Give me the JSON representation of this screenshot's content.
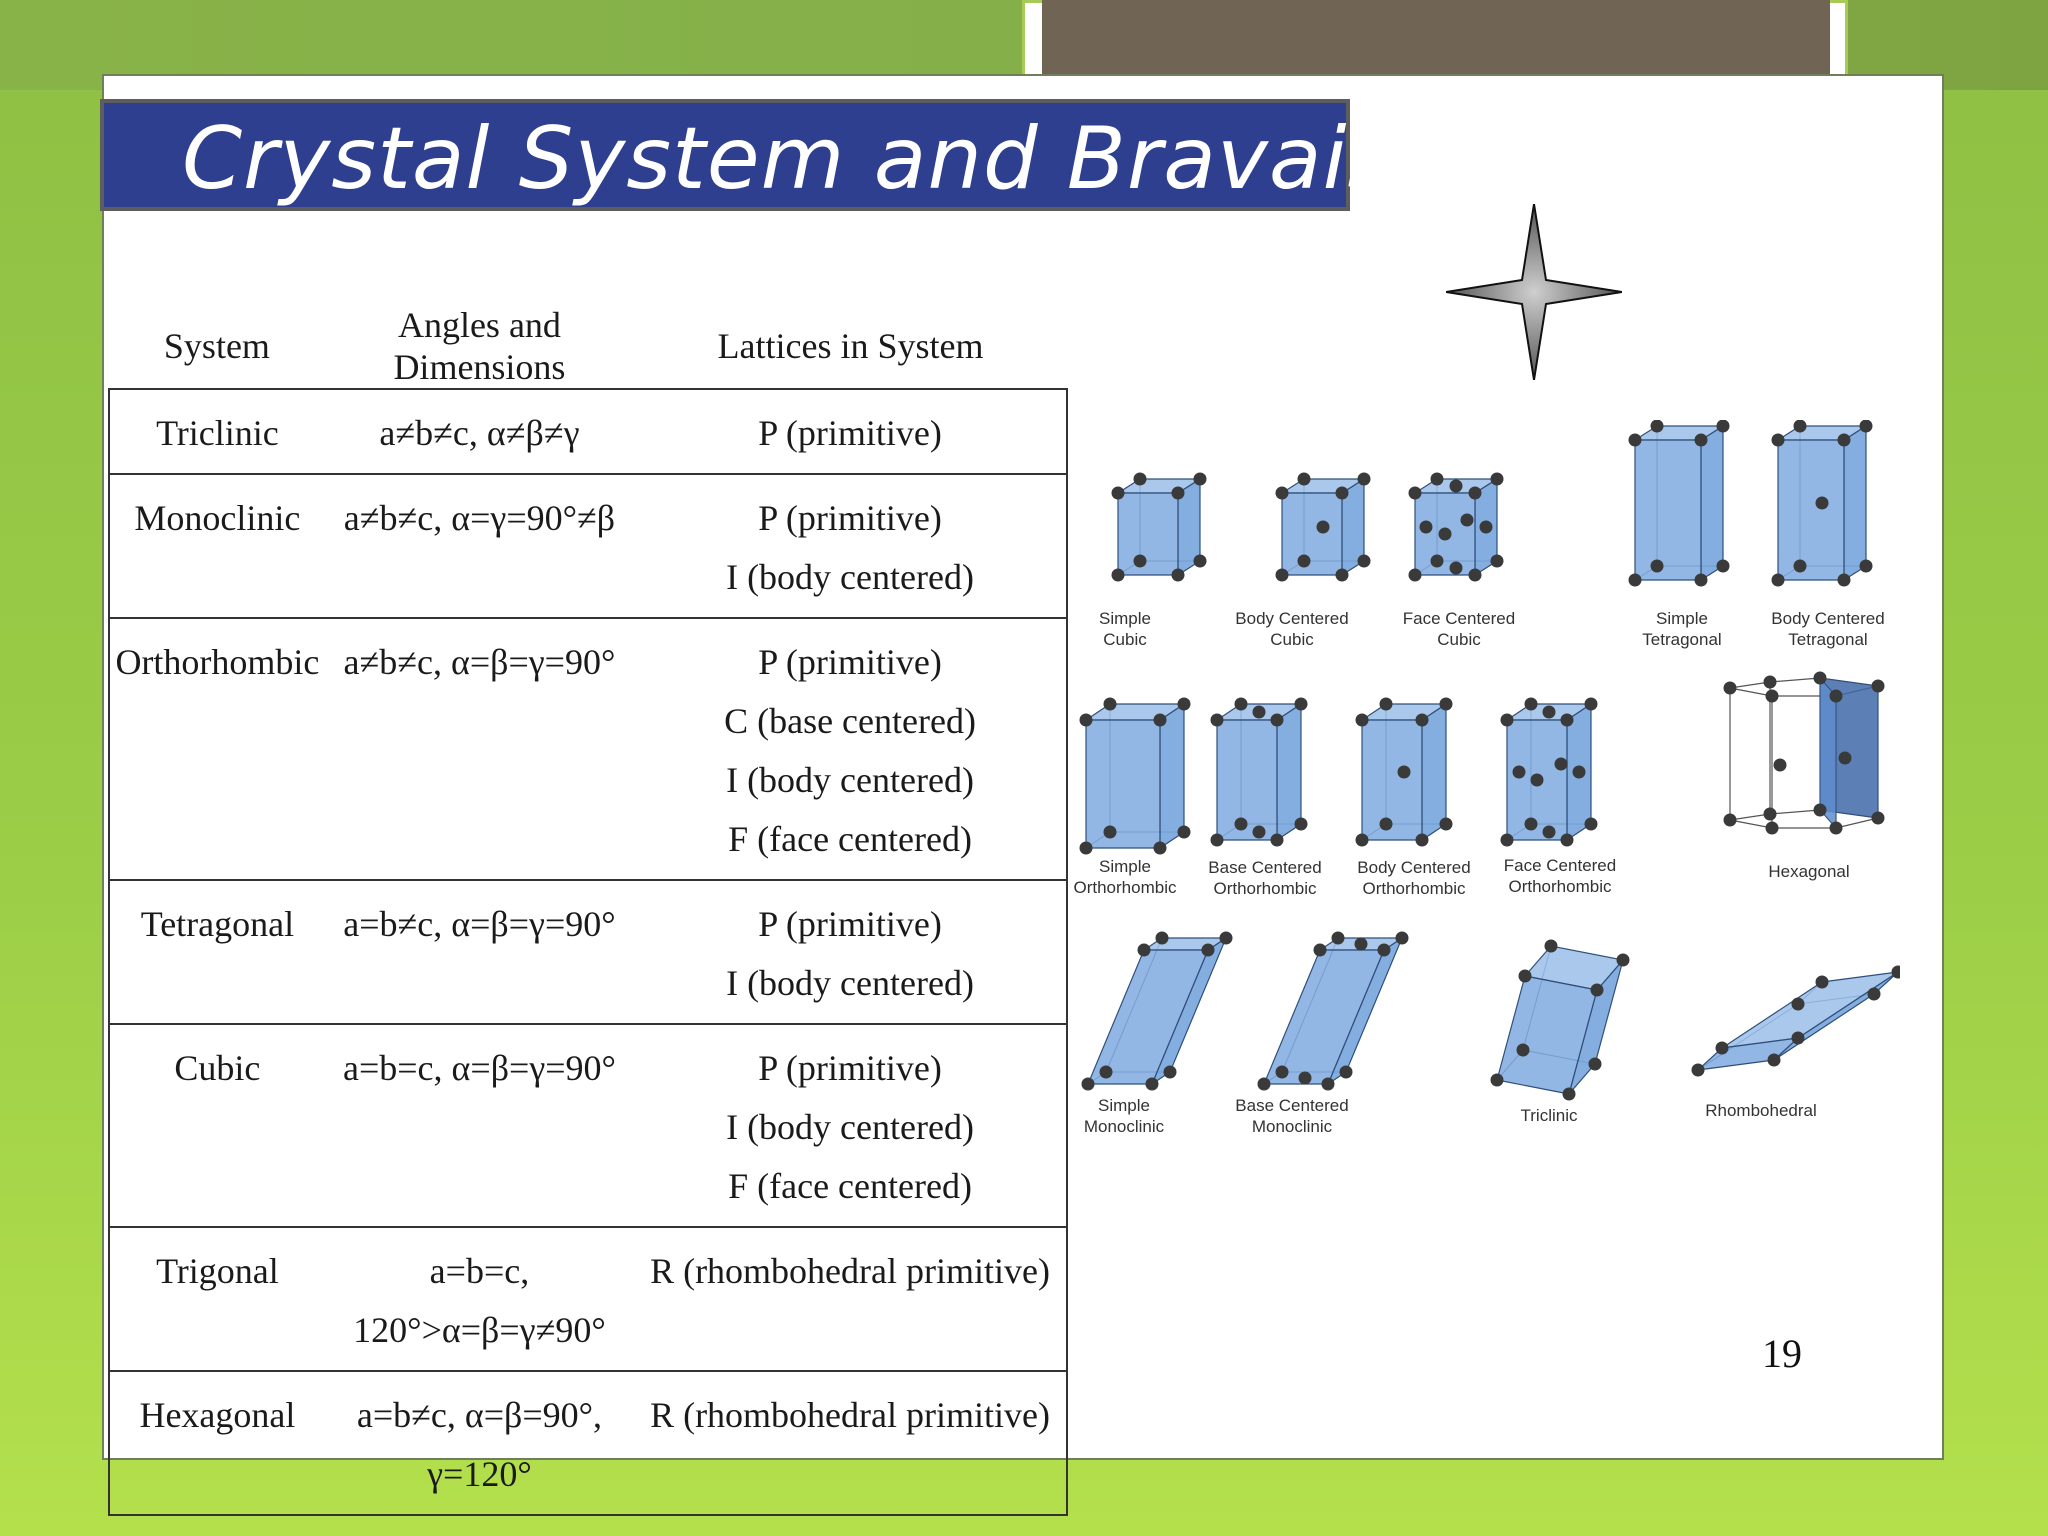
{
  "slide": {
    "title": "Crystal System and Bravais",
    "page_number": "19"
  },
  "table": {
    "headers": [
      "System",
      "Angles and Dimensions",
      "Lattices in System"
    ],
    "rows": [
      {
        "system": "Triclinic",
        "angles": "a≠b≠c, α≠β≠γ",
        "lattices": [
          "P (primitive)"
        ]
      },
      {
        "system": "Monoclinic",
        "angles": "a≠b≠c, α=γ=90°≠β",
        "lattices": [
          "P (primitive)",
          "I (body centered)"
        ]
      },
      {
        "system": "Orthorhombic",
        "angles": "a≠b≠c, α=β=γ=90°",
        "lattices": [
          "P (primitive)",
          "C (base centered)",
          "I (body centered)",
          "F (face centered)"
        ]
      },
      {
        "system": "Tetragonal",
        "angles": "a=b≠c, α=β=γ=90°",
        "lattices": [
          "P (primitive)",
          "I (body centered)"
        ]
      },
      {
        "system": "Cubic",
        "angles": "a=b=c, α=β=γ=90°",
        "lattices": [
          "P (primitive)",
          "I (body centered)",
          "F (face centered)"
        ]
      },
      {
        "system": "Trigonal",
        "angles": "a=b=c, 120°>α=β=γ≠90°",
        "lattices": [
          "R (rhombohedral primitive)"
        ]
      },
      {
        "system": "Hexagonal",
        "angles": "a=b≠c, α=β=90°, γ=120°",
        "lattices": [
          "R (rhombohedral primitive)"
        ]
      }
    ]
  },
  "lattice_figures": [
    {
      "key": "simple-cubic",
      "line1": "Simple",
      "line2": "Cubic"
    },
    {
      "key": "body-centered-cubic",
      "line1": "Body Centered",
      "line2": "Cubic"
    },
    {
      "key": "face-centered-cubic",
      "line1": "Face Centered",
      "line2": "Cubic"
    },
    {
      "key": "simple-tetragonal",
      "line1": "Simple",
      "line2": "Tetragonal"
    },
    {
      "key": "body-centered-tetragonal",
      "line1": "Body Centered",
      "line2": "Tetragonal"
    },
    {
      "key": "simple-orthorhombic",
      "line1": "Simple",
      "line2": "Orthorhombic"
    },
    {
      "key": "base-centered-orthorhombic",
      "line1": "Base Centered",
      "line2": "Orthorhombic"
    },
    {
      "key": "body-centered-orthorhombic",
      "line1": "Body Centered",
      "line2": "Orthorhombic"
    },
    {
      "key": "face-centered-orthorhombic",
      "line1": "Face Centered",
      "line2": "Orthorhombic"
    },
    {
      "key": "hexagonal",
      "line1": "Hexagonal",
      "line2": ""
    },
    {
      "key": "simple-monoclinic",
      "line1": "Simple",
      "line2": "Monoclinic"
    },
    {
      "key": "base-centered-monoclinic",
      "line1": "Base Centered",
      "line2": "Monoclinic"
    },
    {
      "key": "triclinic",
      "line1": "Triclinic",
      "line2": ""
    },
    {
      "key": "rhombohedral",
      "line1": "Rhombohedral",
      "line2": ""
    }
  ],
  "colors": {
    "title_bar": "#2e3f8f",
    "cell_face": "#6f9fdb",
    "cell_edge": "#2f4f7a",
    "atom": "#3a3a3a",
    "background_green": "#9bcd47",
    "photo_block": "#706455"
  },
  "icons": {
    "star": "four-point-star-icon"
  }
}
